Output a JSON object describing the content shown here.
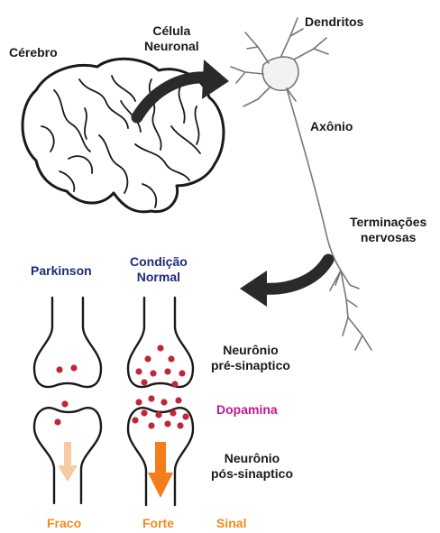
{
  "labels": {
    "brain": "Cérebro",
    "neuron_cell_line1": "Célula",
    "neuron_cell_line2": "Neuronal",
    "dendrites": "Dendritos",
    "axon": "Axônio",
    "terminals_line1": "Terminações",
    "terminals_line2": "nervosas",
    "parkinson": "Parkinson",
    "normal_line1": "Condição",
    "normal_line2": "Normal",
    "pre_line1": "Neurônio",
    "pre_line2": "pré-sinaptico",
    "dopamine": "Dopamina",
    "post_line1": "Neurônio",
    "post_line2": "pós-sinaptico",
    "weak": "Fraco",
    "strong": "Forte",
    "signal": "Sinal"
  },
  "colors": {
    "condition_label": "#1f2a7a",
    "dopamine_label": "#c2188f",
    "signal_label": "#f08a1c",
    "dopamine_dot": "#c0263a",
    "arrow_strong": "#f47c1a",
    "arrow_weak": "#f7c9a4",
    "outline": "#1a1a1a"
  },
  "icons": {
    "brain": "brain-illustration",
    "neuron": "neuron-illustration",
    "curved_arrow": "curved-arrow-icon",
    "signal_arrow": "down-arrow-icon"
  }
}
